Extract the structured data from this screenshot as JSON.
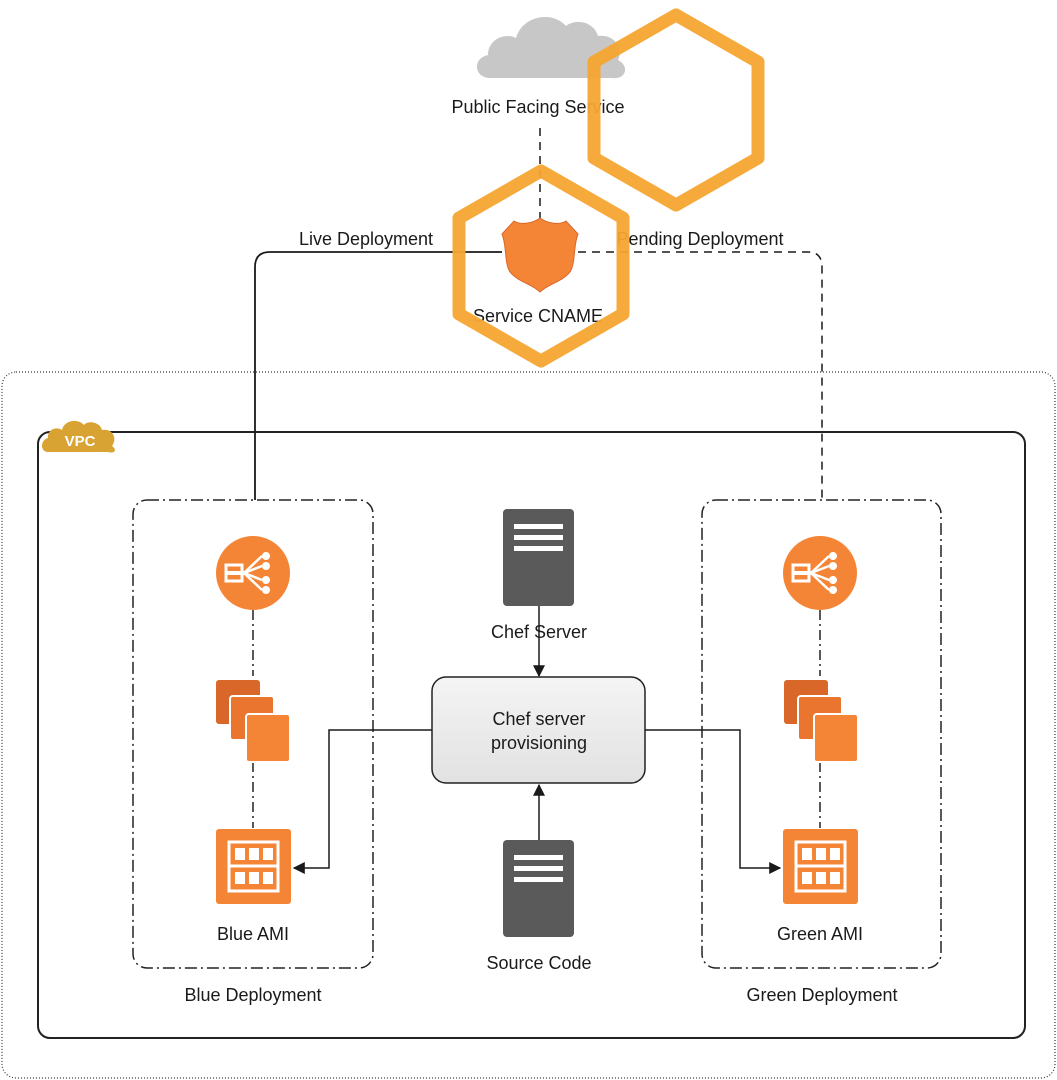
{
  "labels": {
    "public_service": "Public Facing Service",
    "live_deployment": "Live Deployment",
    "pending_deployment": "Pending Deployment",
    "service_cname": "Service CNAME",
    "vpc": "VPC",
    "chef_server": "Chef Server",
    "chef_provisioning_line1": "Chef server",
    "chef_provisioning_line2": "provisioning",
    "source_code": "Source Code",
    "blue_ami": "Blue AMI",
    "green_ami": "Green AMI",
    "blue_deployment": "Blue Deployment",
    "green_deployment": "Green Deployment"
  },
  "icons": {
    "cloud": "cloud-icon",
    "dns_shield": "dns-shield-icon",
    "vpc_cloud": "vpc-cloud-icon",
    "load_balancer": "load-balancer-icon",
    "instances": "instances-icon",
    "ami": "ami-icon",
    "server": "server-icon",
    "highlight_hexagon": "hexagon-icon"
  },
  "colors": {
    "aws_orange": "#f58536",
    "aws_orange_dark": "#d9672a",
    "server_gray": "#5a5a5a",
    "vpc_gold": "#d9a334",
    "highlight": "#f7a531",
    "cloud_gray": "#c7c7c7",
    "line": "#1a1a1a"
  }
}
